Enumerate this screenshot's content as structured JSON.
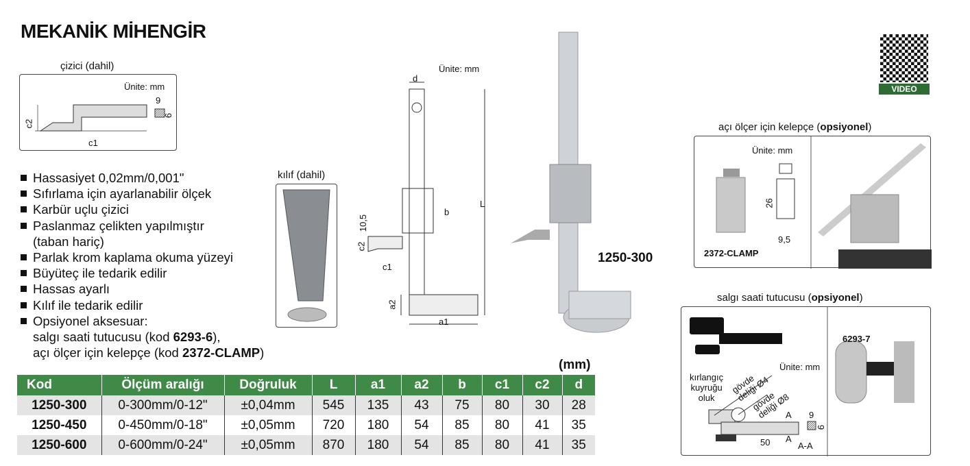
{
  "title": "MEKANİK MİHENGİR",
  "scriber": {
    "caption": "çizici (dahil)",
    "unit": "Ünite: mm",
    "dim_9a": "9",
    "dim_9b": "9",
    "c1": "c1",
    "c2": "c2"
  },
  "case": {
    "caption": "kılıf (dahil)"
  },
  "drawing": {
    "unit": "Ünite: mm",
    "d": "d",
    "L": "L",
    "b": "b",
    "dim_10_5": "10,5",
    "c2": "c2",
    "c1": "c1",
    "a2": "a2",
    "a1": "a1"
  },
  "product_label": "1250-300",
  "video_label": "VIDEO",
  "features": [
    "Hassasiyet 0,02mm/0,001\"",
    "Sıfırlama için ayarlanabilir ölçek",
    "Karbür uçlu çizici",
    "Paslanmaz çelikten yapılmıştır",
    "(taban hariç)",
    "Parlak krom kaplama okuma yüzeyi",
    "Büyüteç ile tedarik edilir",
    "Hassas ayarlı",
    "Kılıf ile tedarik edilir",
    "Opsiyonel aksesuar:"
  ],
  "accessory_line1": {
    "text": "salgı saati tutucusu (kod ",
    "code": "6293-6",
    "end": "),"
  },
  "accessory_line2": {
    "text": "açı ölçer için kelepçe (kod ",
    "code": "2372-CLAMP",
    "end": ")"
  },
  "clamp": {
    "caption": "açı ölçer için kelepçe (",
    "caption_bold": "opsiyonel",
    "caption_end": ")",
    "unit": "Ünite: mm",
    "dim26": "26",
    "dim9_5": "9,5",
    "code": "2372-CLAMP"
  },
  "holder": {
    "caption": "salgı saati tutucusu (",
    "caption_bold": "opsiyonel",
    "caption_end": ")",
    "code": "6293-7",
    "unit": "Ünite: mm",
    "dovetail1": "kırlangıç",
    "dovetail2": "kuyruğu",
    "dovetail3": "oluk",
    "hole4a": "gövde",
    "hole4b": "deliği Ø4",
    "hole8a": "gövde",
    "hole8b": "deliği Ø8",
    "A1": "A",
    "A2": "A",
    "dim50": "50",
    "section": "A-A",
    "dim9a": "9",
    "dim9b": "9"
  },
  "table": {
    "unit": "(mm)",
    "headers": [
      "Kod",
      "Ölçüm aralığı",
      "Doğruluk",
      "L",
      "a1",
      "a2",
      "b",
      "c1",
      "c2",
      "d"
    ],
    "rows": [
      [
        "1250-300",
        "0-300mm/0-12\"",
        "±0,04mm",
        "545",
        "135",
        "43",
        "75",
        "80",
        "30",
        "28"
      ],
      [
        "1250-450",
        "0-450mm/0-18\"",
        "±0,05mm",
        "720",
        "180",
        "54",
        "85",
        "80",
        "41",
        "35"
      ],
      [
        "1250-600",
        "0-600mm/0-24\"",
        "±0,05mm",
        "870",
        "180",
        "54",
        "85",
        "80",
        "41",
        "35"
      ]
    ]
  }
}
